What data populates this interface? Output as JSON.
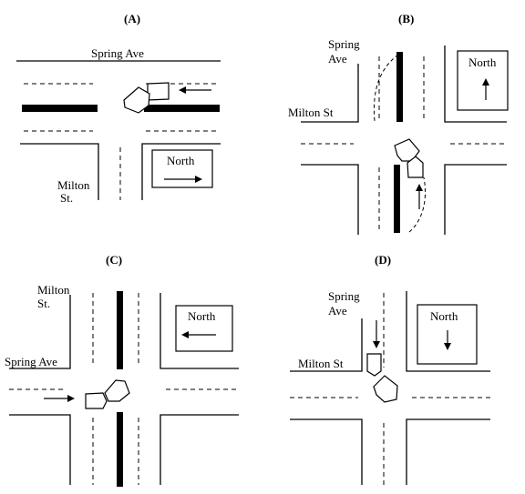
{
  "panels": [
    {
      "id": "A",
      "label": "(A)",
      "streets": [
        "Spring Ave",
        "Milton",
        "St."
      ],
      "compass": "North"
    },
    {
      "id": "B",
      "label": "(B)",
      "streets": [
        "Spring",
        "Ave",
        "Milton St"
      ],
      "compass": "North"
    },
    {
      "id": "C",
      "label": "(C)",
      "streets": [
        "Milton",
        "St.",
        "Spring Ave"
      ],
      "compass": "North"
    },
    {
      "id": "D",
      "label": "(D)",
      "streets": [
        "Spring",
        "Ave",
        "Milton St"
      ],
      "compass": "North"
    }
  ]
}
